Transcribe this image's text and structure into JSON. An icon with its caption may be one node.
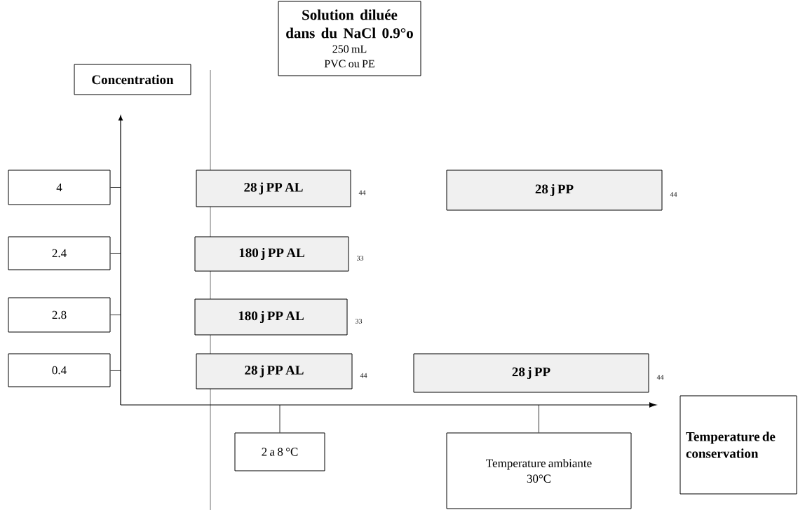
{
  "diagram": {
    "nodes": [
      {
        "text": [
          "Solution diluée dans du NaCl 0.9°o",
          "250 mL",
          "PVC ou PE"
        ]
      },
      {
        "text": [
          "Concentration"
        ]
      },
      {
        "text": [
          "Temperature de conservation"
        ]
      },
      {
        "text": [
          "4"
        ]
      },
      {
        "text": [
          "2.4"
        ]
      },
      {
        "text": [
          "2.8"
        ]
      },
      {
        "text": [
          "0.4"
        ]
      },
      {
        "text": [
          "28 j PP AL"
        ],
        "beside": [
          "44"
        ]
      },
      {
        "text": [
          "28 j PP"
        ],
        "beside": [
          "44"
        ]
      },
      {
        "text": [
          "180 j PP AL"
        ],
        "beside": [
          "33"
        ]
      },
      {
        "text": [
          "180 j PP AL"
        ],
        "beside": [
          "33"
        ]
      },
      {
        "text": [
          "28 j PP AL"
        ],
        "beside": [
          "44"
        ]
      },
      {
        "text": [
          "28 j PP"
        ],
        "beside": [
          "44"
        ]
      },
      {
        "text": [
          "2 a 8 °C"
        ]
      },
      {
        "text": [
          "Temperature ambiante",
          "30°C"
        ]
      }
    ],
    "edges": [
      {
        "from": null,
        "to": 3,
        "arrow": "none"
      },
      {
        "from": null,
        "to": 4,
        "arrow": "none"
      },
      {
        "from": null,
        "to": 5,
        "arrow": "none"
      },
      {
        "from": null,
        "to": 6,
        "arrow": "none"
      },
      {
        "from": null,
        "to": 13,
        "arrow": "none"
      },
      {
        "from": null,
        "to": 14,
        "arrow": "none"
      }
    ]
  }
}
